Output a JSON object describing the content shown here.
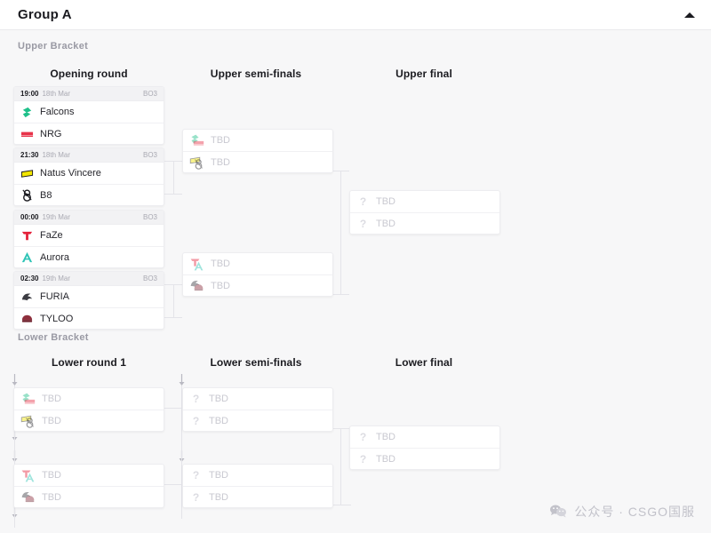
{
  "header": {
    "group_title": "Group A",
    "collapse_icon": "chevron-up-icon"
  },
  "brackets": {
    "upper": {
      "label": "Upper Bracket",
      "columns": [
        {
          "label": "Opening round"
        },
        {
          "label": "Upper semi-finals"
        },
        {
          "label": "Upper final"
        }
      ]
    },
    "lower": {
      "label": "Lower Bracket",
      "columns": [
        {
          "label": "Lower round 1"
        },
        {
          "label": "Lower semi-finals"
        },
        {
          "label": "Lower final"
        }
      ]
    }
  },
  "tbd_label": "TBD",
  "matches": {
    "upper_opening": [
      {
        "time": "19:00",
        "date": "18th Mar",
        "format": "BO3",
        "teams": [
          {
            "name": "Falcons",
            "logo": "falcons-logo"
          },
          {
            "name": "NRG",
            "logo": "nrg-logo"
          }
        ]
      },
      {
        "time": "21:30",
        "date": "18th Mar",
        "format": "BO3",
        "teams": [
          {
            "name": "Natus Vincere",
            "logo": "navi-logo"
          },
          {
            "name": "B8",
            "logo": "b8-logo"
          }
        ]
      },
      {
        "time": "00:00",
        "date": "19th Mar",
        "format": "BO3",
        "teams": [
          {
            "name": "FaZe",
            "logo": "faze-logo"
          },
          {
            "name": "Aurora",
            "logo": "aurora-logo"
          }
        ]
      },
      {
        "time": "02:30",
        "date": "19th Mar",
        "format": "BO3",
        "teams": [
          {
            "name": "FURIA",
            "logo": "furia-logo"
          },
          {
            "name": "TYLOO",
            "logo": "tyloo-logo"
          }
        ]
      }
    ],
    "upper_semis": [
      {
        "teams": [
          {
            "name": "TBD",
            "logo": "stacked-falcons-nrg-logo"
          },
          {
            "name": "TBD",
            "logo": "stacked-navi-b8-logo"
          }
        ]
      },
      {
        "teams": [
          {
            "name": "TBD",
            "logo": "stacked-faze-aurora-logo"
          },
          {
            "name": "TBD",
            "logo": "stacked-furia-tyloo-logo"
          }
        ]
      }
    ],
    "upper_final": [
      {
        "teams": [
          {
            "name": "TBD",
            "logo": "question-mark-icon"
          },
          {
            "name": "TBD",
            "logo": "question-mark-icon"
          }
        ]
      }
    ],
    "lower_round1": [
      {
        "teams": [
          {
            "name": "TBD",
            "logo": "stacked-falcons-nrg-logo"
          },
          {
            "name": "TBD",
            "logo": "stacked-navi-b8-logo"
          }
        ]
      },
      {
        "teams": [
          {
            "name": "TBD",
            "logo": "stacked-faze-aurora-logo"
          },
          {
            "name": "TBD",
            "logo": "stacked-furia-tyloo-logo"
          }
        ]
      }
    ],
    "lower_semis": [
      {
        "teams": [
          {
            "name": "TBD",
            "logo": "question-mark-icon"
          },
          {
            "name": "TBD",
            "logo": "question-mark-icon"
          }
        ]
      },
      {
        "teams": [
          {
            "name": "TBD",
            "logo": "question-mark-icon"
          },
          {
            "name": "TBD",
            "logo": "question-mark-icon"
          }
        ]
      }
    ],
    "lower_final": [
      {
        "teams": [
          {
            "name": "TBD",
            "logo": "question-mark-icon"
          },
          {
            "name": "TBD",
            "logo": "question-mark-icon"
          }
        ]
      }
    ]
  },
  "watermark": {
    "icon": "wechat-icon",
    "text": "公众号 · CSGO国服"
  },
  "colors": {
    "page_bg": "#f7f7f8",
    "card_bg": "#ffffff",
    "card_border": "#ededf0",
    "meta_bg": "#f2f2f4",
    "connector": "#e4e4e9",
    "text_primary": "#1b1b20",
    "text_muted": "#a9a9b2",
    "tbd_text": "#c9c9d1",
    "falcons": "#1fc08a",
    "nrg": "#e8334a",
    "navi": "#f2e600",
    "b8": "#1b1b20",
    "faze": "#e4213a",
    "aurora": "#2ec4b6",
    "furia": "#3c3c42",
    "tyloo": "#8e2f3d"
  }
}
